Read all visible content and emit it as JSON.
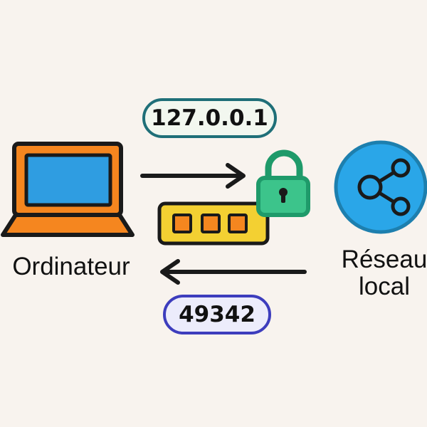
{
  "diagram": {
    "computer": {
      "label": "Ordinateur"
    },
    "network": {
      "label_line1": "Réseau",
      "label_line2": "local"
    },
    "ip_address": "127.0.0.1",
    "port_number": "49342"
  },
  "colors": {
    "background": "#f8f3ee",
    "laptop_body": "#f5861f",
    "laptop_screen": "#2f9de1",
    "outline": "#1a1a1a",
    "lock_body": "#3cc48b",
    "lock_shackle": "#1f9a6a",
    "password_field": "#f3d032",
    "password_dot": "#f5861f",
    "network_circle": "#2aa6e8",
    "network_ring": "#1d7fae",
    "ip_pill_border": "#1f6f78",
    "ip_pill_fill": "#f2f7ef",
    "port_pill_border": "#3d3dbd",
    "port_pill_fill": "#ececfb"
  },
  "icons": [
    "laptop-icon",
    "padlock-icon",
    "password-field-icon",
    "share-network-icon",
    "arrow-right",
    "arrow-left"
  ]
}
